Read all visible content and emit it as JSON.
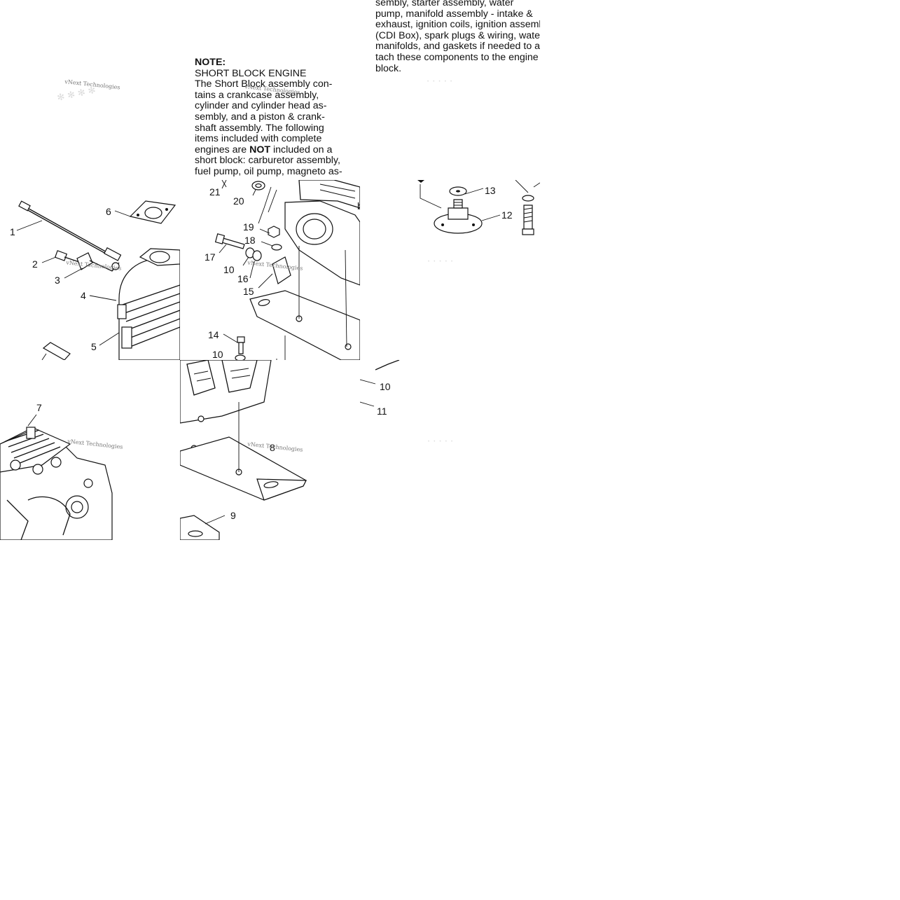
{
  "note": {
    "heading": "NOTE:",
    "subheading": "SHORT BLOCK ENGINE",
    "lines_a": [
      "The Short Block assembly con-",
      "tains a crankcase assembly,",
      "cylinder and cylinder head as-",
      "sembly, and a piston & crank-",
      "shaft assembly.  The following",
      "items included with complete"
    ],
    "line_not_prefix": "engines are ",
    "line_not_bold": "NOT",
    "line_not_suffix": " included on a",
    "lines_b": [
      "short block:  carburetor assembly,",
      "fuel pump, oil pump, magneto as-"
    ],
    "lines_c": [
      "sembly, starter assembly, water",
      "pump, manifold assembly - intake &",
      "exhaust, ignition coils, ignition assemb",
      "(CDI Box), spark plugs & wiring, water",
      "manifolds, and gaskets if needed to at",
      "tach these components to the engine",
      "block."
    ]
  },
  "watermark": "vNext Technologies",
  "callouts": {
    "c1": "1",
    "c2": "2",
    "c3": "3",
    "c4": "4",
    "c5": "5",
    "c6": "6",
    "c7": "7",
    "c8": "8",
    "c9": "9",
    "c10": "10",
    "c11": "11",
    "c12": "12",
    "c13": "13",
    "c14": "14",
    "c15": "15",
    "c16": "16",
    "c17": "17",
    "c18": "18",
    "c19": "19",
    "c20": "20",
    "c21": "21"
  },
  "fragment_text": "bly"
}
